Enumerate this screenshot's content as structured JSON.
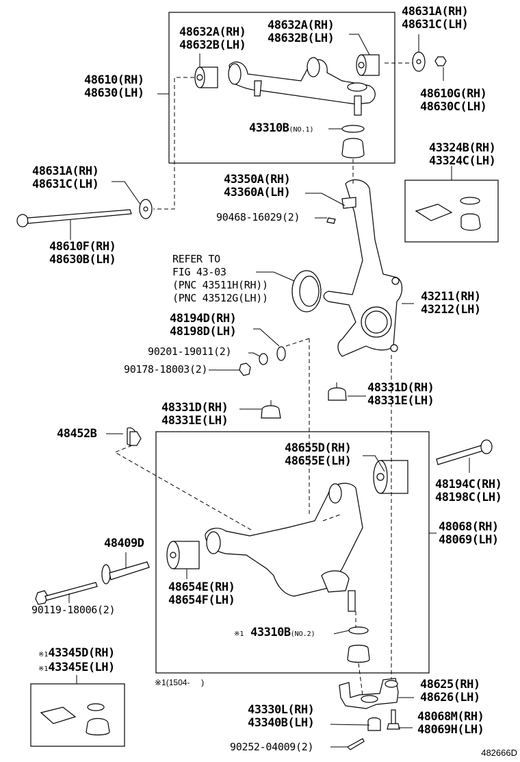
{
  "diagram": {
    "type": "exploded-parts-diagram",
    "subject": "Front suspension upper/lower arm and steering knuckle",
    "diagram_number": "482666D",
    "footnote": "※1(1504-     )",
    "callouts": {
      "upper_arm_bushing_left": [
        "48632A(RH)",
        "48632B(LH)"
      ],
      "upper_arm_bushing_right": [
        "48632A(RH)",
        "48632B(LH)"
      ],
      "upper_arm_washer_top": [
        "48631A(RH)",
        "48631C(LH)"
      ],
      "upper_arm_nut": [
        "48610G(RH)",
        "48630C(LH)"
      ],
      "upper_arm_assy": [
        "48610(RH)",
        "48630(LH)"
      ],
      "upper_ball_joint_boot_ring": {
        "part": "43310B",
        "suffix": "(NO.1)"
      },
      "upper_arm_washer_left": [
        "48631A(RH)",
        "48631C(LH)"
      ],
      "upper_arm_bolt": [
        "48610F(RH)",
        "48630B(LH)"
      ],
      "upper_boot_kit": [
        "43324B(RH)",
        "43324C(LH)"
      ],
      "knuckle_nut": [
        "43350A(RH)",
        "43360A(LH)"
      ],
      "cotter_pin_upper": "90468-16029(2)",
      "refer_to": [
        "REFER TO",
        "FIG 43-03",
        "(PNC 43511H(RH))",
        "(PNC 43512G(LH))"
      ],
      "steering_knuckle": [
        "43211(RH)",
        "43212(LH)"
      ],
      "cam_plate": [
        "48194D(RH)",
        "48198D(LH)"
      ],
      "washer_small": "90201-19011(2)",
      "nut_small": "90178-18003(2)",
      "bump_stopper_right": [
        "48331D(RH)",
        "48331E(LH)"
      ],
      "bump_stopper_left": [
        "48331D(RH)",
        "48331E(LH)"
      ],
      "nut_48452B": "48452B",
      "lower_bushing_rear": [
        "48655D(RH)",
        "48655E(LH)"
      ],
      "cam_bolt": [
        "48194C(RH)",
        "48198C(LH)"
      ],
      "lower_arm_assy": [
        "48068(RH)",
        "48069(LH)"
      ],
      "cam_48409D": "48409D",
      "bolt_lower": "90119-18006(2)",
      "lower_bushing_front": [
        "48654E(RH)",
        "48654F(LH)"
      ],
      "lower_ball_joint_boot_ring": {
        "mark": "※1",
        "part": "43310B",
        "suffix": "(NO.2)"
      },
      "lower_boot_kit": [
        {
          "mark": "※1",
          "part": "43345D(RH)"
        },
        {
          "mark": "※1",
          "part": "43345E(LH)"
        }
      ],
      "lower_ball_joint": [
        "48625(RH)",
        "48626(LH)"
      ],
      "ball_joint_nut": [
        "43330L(RH)",
        "43340B(LH)"
      ],
      "ball_joint_bolt": [
        "48068M(RH)",
        "48069H(LH)"
      ],
      "cotter_pin_lower": "90252-04009(2)"
    }
  }
}
